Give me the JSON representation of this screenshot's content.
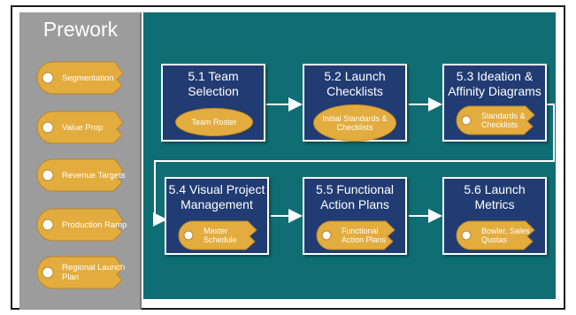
{
  "prework": {
    "title": "Prework",
    "items": [
      {
        "label": "Segmentation"
      },
      {
        "label": "Value Prop"
      },
      {
        "label": "Revenue Targets"
      },
      {
        "label": "Production Ramp"
      },
      {
        "label": "Regional Launch Plan"
      }
    ]
  },
  "steps": [
    {
      "title": "5.1 Team Selection",
      "item": "Team Roster",
      "item_shape": "oval"
    },
    {
      "title": "5.2 Launch Checklists",
      "item": "Initial Standards & Checklists",
      "item_shape": "oval"
    },
    {
      "title": "5.3 Ideation & Affinity Diagrams",
      "item": "Standards & Checklists",
      "item_shape": "key"
    },
    {
      "title": "5.4 Visual Project Management",
      "item": "Master Schedule",
      "item_shape": "key"
    },
    {
      "title": "5.5 Functional Action Plans",
      "item": "Functional Action Plans",
      "item_shape": "key"
    },
    {
      "title": "5.6 Launch Metrics",
      "item": "Bowler, Sales Quotas",
      "item_shape": "key"
    }
  ],
  "colors": {
    "panel_teal": "#0f6e73",
    "box_navy": "#213b73",
    "key_gold": "#e3ac3e",
    "prework_gray": "#9c9c9c"
  }
}
